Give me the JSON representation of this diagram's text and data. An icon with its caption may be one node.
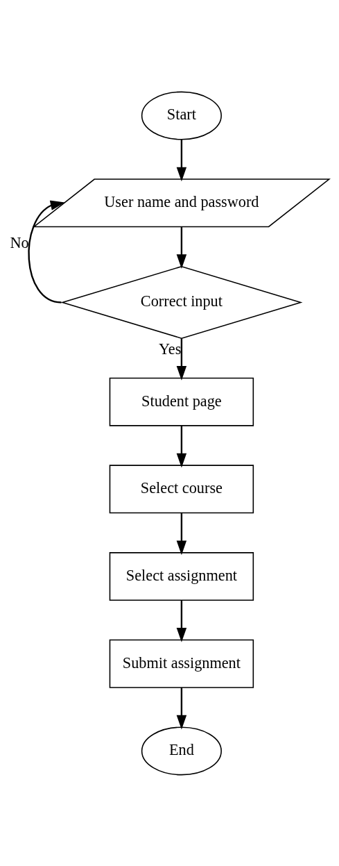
{
  "diagram": {
    "nodes": [
      {
        "text": [
          "Start"
        ]
      },
      {
        "text": [
          "User name and password"
        ]
      },
      {
        "text": [
          "Correct input"
        ]
      },
      {
        "text": [
          "Student page"
        ]
      },
      {
        "text": [
          "Select course"
        ]
      },
      {
        "text": [
          "Select assignment"
        ]
      },
      {
        "text": [
          "Submit assignment"
        ]
      },
      {
        "text": [
          "End"
        ]
      }
    ],
    "edges": [
      {
        "from": 0,
        "to": 1,
        "arrow": "to"
      },
      {
        "from": 1,
        "to": 2,
        "arrow": "to"
      },
      {
        "from": 2,
        "to": 1,
        "arrow": "to",
        "label": "No"
      },
      {
        "from": 2,
        "to": 3,
        "arrow": "to",
        "label": "Yes"
      },
      {
        "from": 3,
        "to": 4,
        "arrow": "to"
      },
      {
        "from": 4,
        "to": 5,
        "arrow": "to"
      },
      {
        "from": 5,
        "to": 6,
        "arrow": "to"
      },
      {
        "from": 6,
        "to": 7,
        "arrow": "to"
      }
    ]
  }
}
